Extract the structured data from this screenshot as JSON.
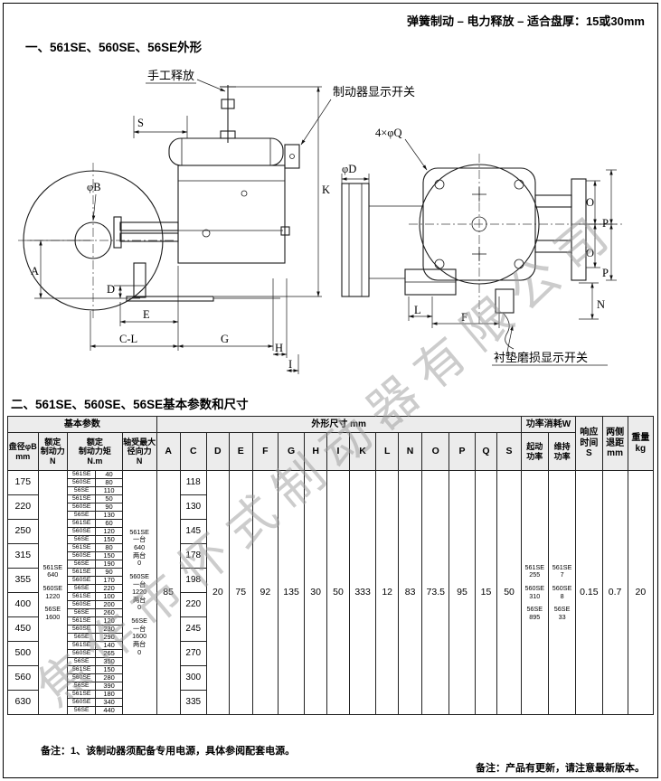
{
  "page": {
    "top_note": "弹簧制动 – 电力释放 – 适合盘厚：15或30mm",
    "section1_title": "一、561SE、560SE、56SE外形",
    "section2_title": "二、561SE、560SE、56SE基本参数和尺寸",
    "bottom_note_left": "备注：1、该制动器须配备专用电源，具体参阅配套电源。",
    "bottom_note_right": "备注：产品有更新，请注意最新版本。",
    "watermark": "焦作市怀式制动器有限公司"
  },
  "drawing": {
    "manual_release": "手工释放",
    "brake_switch": "制动器显示开关",
    "wear_switch": "衬垫磨损显示开关",
    "holes": "4×φQ",
    "phi_d": "φD",
    "phi_b": "φB",
    "dim": {
      "S": "S",
      "K": "K",
      "A": "A",
      "D": "D",
      "E": "E",
      "CL": "C-L",
      "G": "G",
      "H": "H",
      "I": "I",
      "O": "O",
      "P": "P",
      "N": "N",
      "L": "L",
      "F": "F"
    }
  },
  "table": {
    "headers": {
      "basic_params": "基本参数",
      "outer_dims": "外形尺寸  mm",
      "power_consumption": "功率消耗W",
      "response_time": "响应\n时间\nS",
      "side_clearance": "两侧\n退距\nmm",
      "weight": "重量\nkg",
      "disc_diameter": "盘径φB\nmm",
      "rated_braking_force": "额定\n制动力\nN",
      "rated_braking_torque": "额定\n制动力矩\nN.m",
      "max_radial_force": "轴受最大\n径向力\nN",
      "dim_letters": [
        "A",
        "C",
        "D",
        "E",
        "F",
        "G",
        "H",
        "I",
        "K",
        "L",
        "N",
        "O",
        "P",
        "Q",
        "S"
      ],
      "start_power": "起动\n功率",
      "hold_power": "维持\n功率"
    },
    "rows": [
      {
        "disc": "175",
        "c": "118",
        "models": [
          [
            "561SE",
            "40"
          ],
          [
            "560SE",
            "80"
          ],
          [
            "56SE",
            "110"
          ]
        ]
      },
      {
        "disc": "220",
        "c": "130",
        "models": [
          [
            "561SE",
            "50"
          ],
          [
            "560SE",
            "90"
          ],
          [
            "56SE",
            "130"
          ]
        ]
      },
      {
        "disc": "250",
        "c": "145",
        "models": [
          [
            "561SE",
            "60"
          ],
          [
            "560SE",
            "120"
          ],
          [
            "56SE",
            "150"
          ]
        ]
      },
      {
        "disc": "315",
        "c": "178",
        "models": [
          [
            "561SE",
            "80"
          ],
          [
            "560SE",
            "150"
          ],
          [
            "56SE",
            "190"
          ]
        ]
      },
      {
        "disc": "355",
        "c": "198",
        "models": [
          [
            "561SE",
            "90"
          ],
          [
            "560SE",
            "170"
          ],
          [
            "56SE",
            "220"
          ]
        ]
      },
      {
        "disc": "400",
        "c": "220",
        "models": [
          [
            "561SE",
            "100"
          ],
          [
            "560SE",
            "200"
          ],
          [
            "56SE",
            "260"
          ]
        ]
      },
      {
        "disc": "450",
        "c": "245",
        "models": [
          [
            "561SE",
            "120"
          ],
          [
            "560SE",
            "230"
          ],
          [
            "56SE",
            "290"
          ]
        ]
      },
      {
        "disc": "500",
        "c": "270",
        "models": [
          [
            "561SE",
            "140"
          ],
          [
            "560SE",
            "265"
          ],
          [
            "56SE",
            "350"
          ]
        ]
      },
      {
        "disc": "560",
        "c": "300",
        "models": [
          [
            "561SE",
            "150"
          ],
          [
            "560SE",
            "280"
          ],
          [
            "56SE",
            "390"
          ]
        ]
      },
      {
        "disc": "630",
        "c": "335",
        "models": [
          [
            "561SE",
            "180"
          ],
          [
            "560SE",
            "340"
          ],
          [
            "56SE",
            "440"
          ]
        ]
      }
    ],
    "rated_force_entries": [
      "561SE\n640",
      "560SE\n1220",
      "56SE\n1600"
    ],
    "radial_force_entries": [
      "561SE\n一台\n640\n两台\n0",
      "560SE\n一台\n1220\n两台\n0",
      "56SE\n一台\n1600\n两台\n0"
    ],
    "shared_dims": {
      "A": "85",
      "D": "20",
      "E": "75",
      "F": "92",
      "G": "135",
      "H": "30",
      "I": "50",
      "K": "333",
      "L": "12",
      "N": "83",
      "O": "73.5",
      "P": "95",
      "Q": "15",
      "S": "50"
    },
    "start_power_entries": [
      "561SE\n255",
      "560SE\n310",
      "56SE\n895"
    ],
    "hold_power_entries": [
      "561SE\n7",
      "560SE\n8",
      "56SE\n33"
    ],
    "response_time": "0.15",
    "side_clearance": "0.7",
    "weight": "20"
  }
}
